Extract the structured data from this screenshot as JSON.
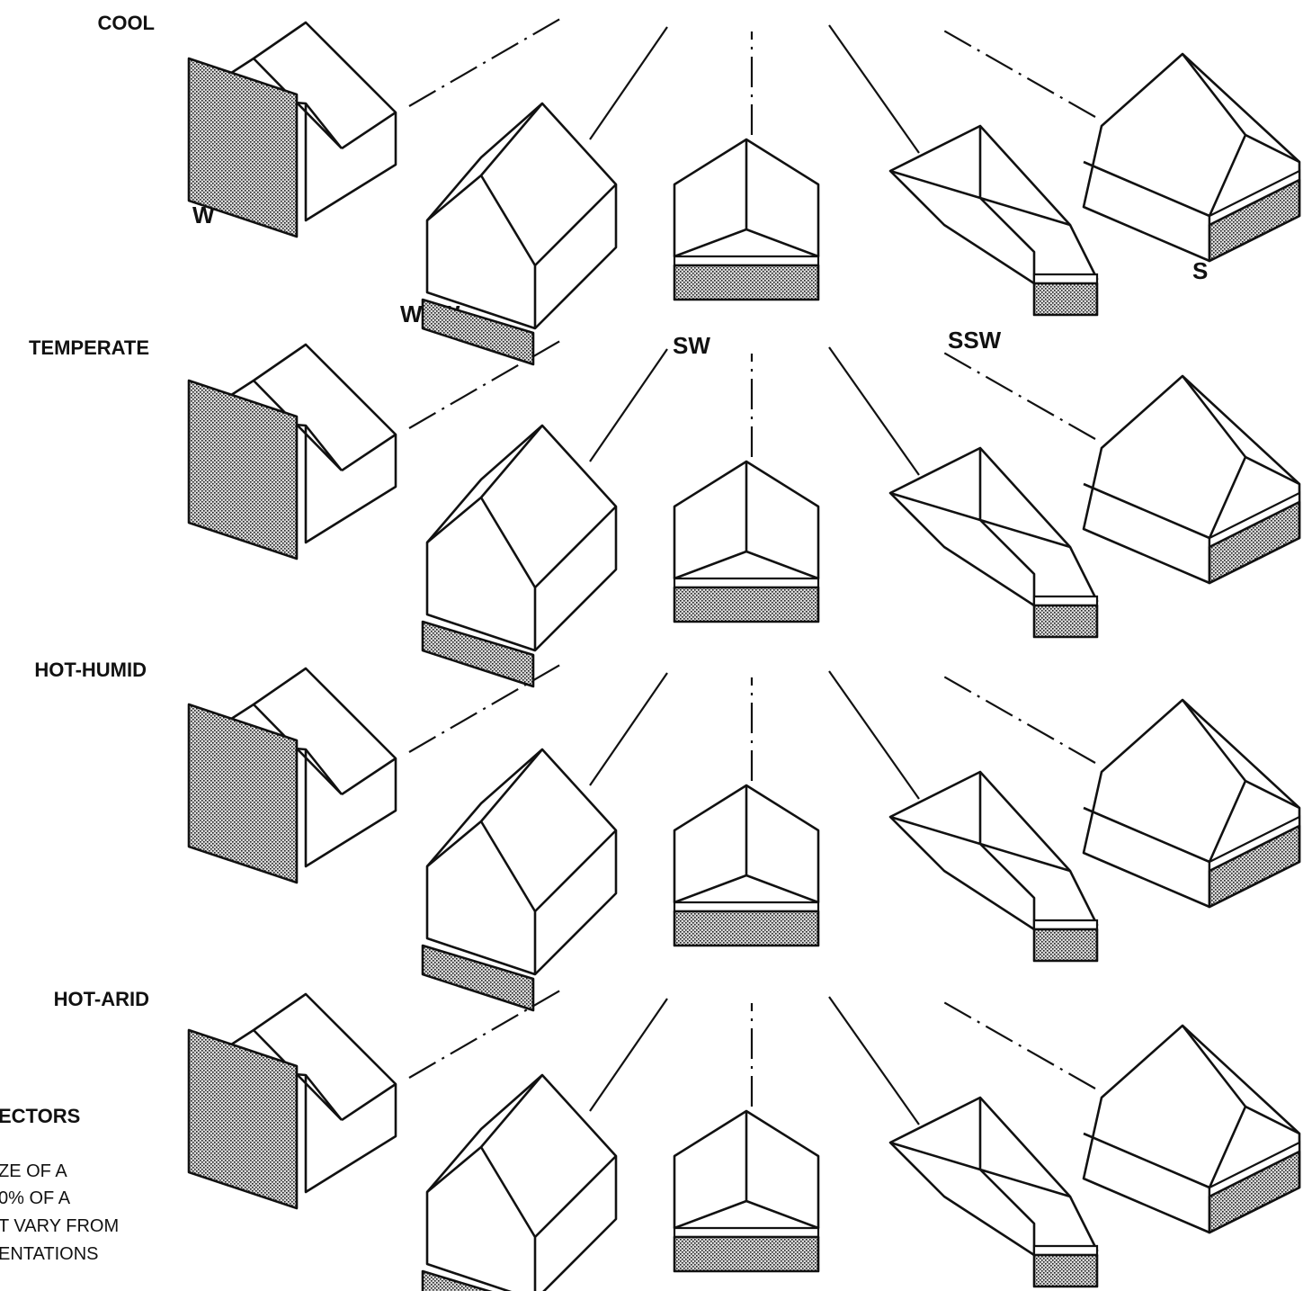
{
  "climates": [
    {
      "id": "cool",
      "label": "COOL"
    },
    {
      "id": "temperate",
      "label": "TEMPERATE"
    },
    {
      "id": "hot-humid",
      "label": "HOT-HUMID"
    },
    {
      "id": "hot-arid",
      "label": "HOT-ARID"
    }
  ],
  "orientations": [
    {
      "id": "w",
      "label": "W"
    },
    {
      "id": "wsw",
      "label": "WSW"
    },
    {
      "id": "sw",
      "label": "SW"
    },
    {
      "id": "ssw",
      "label": "SSW"
    },
    {
      "id": "s",
      "label": "S"
    }
  ],
  "note": {
    "heading": "ECTORS",
    "lines": [
      "ZE OF A",
      "0% OF A",
      "T VARY FROM",
      "ENTATIONS"
    ]
  },
  "colors": {
    "ink": "#111111",
    "paper": "#ffffff",
    "collector": "stippled gray"
  }
}
